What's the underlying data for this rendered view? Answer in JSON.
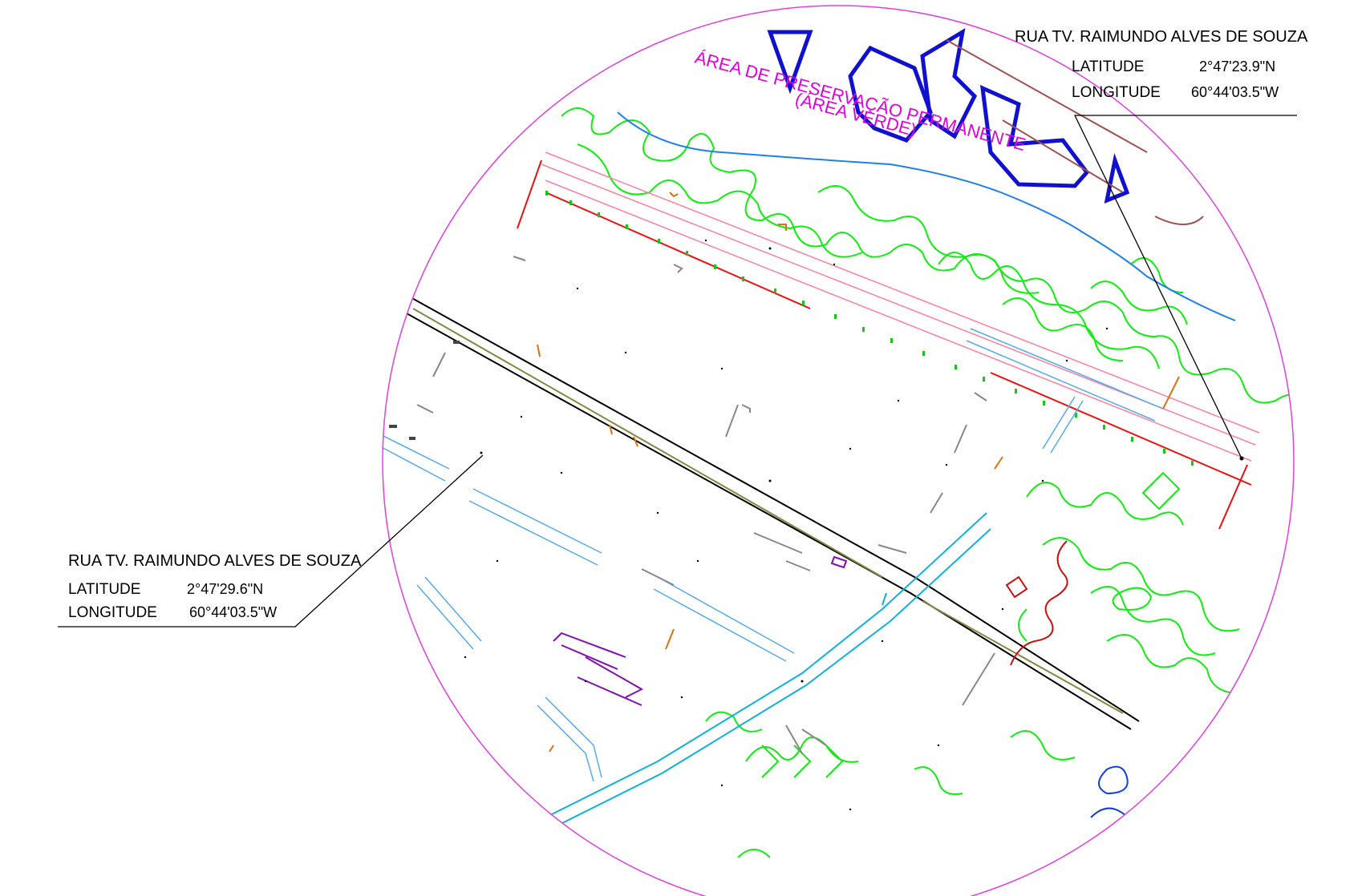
{
  "callout_north": {
    "street": "RUA TV. RAIMUNDO ALVES DE SOUZA",
    "lat_label": "LATITUDE",
    "lat_value": "2°47'23.9\"N",
    "lon_label": "LONGITUDE",
    "lon_value": "60°44'03.5\"W"
  },
  "callout_south": {
    "street": "RUA TV. RAIMUNDO ALVES DE SOUZA",
    "lat_label": "LATITUDE",
    "lat_value": "2°47'29.6\"N",
    "lon_label": "LONGITUDE",
    "lon_value": "60°44'03.5\"W"
  },
  "area_label": {
    "line1": "ÁREA DE PRESERVAÇÃO PERMANENTE",
    "line2": "(ÁREA VERDE)"
  },
  "colors": {
    "circle": "#e040e0",
    "magenta_text": "#e000e0",
    "big_letters": "#1010d0",
    "road": "#000000",
    "road_edge": "#888844",
    "light_blue": "#55aaee",
    "cyan": "#10b0e0",
    "pink_band": "#ff7fa0",
    "red": "#ee1010",
    "green": "#10ee10",
    "purple": "#8010b0",
    "orange": "#dd7010"
  }
}
